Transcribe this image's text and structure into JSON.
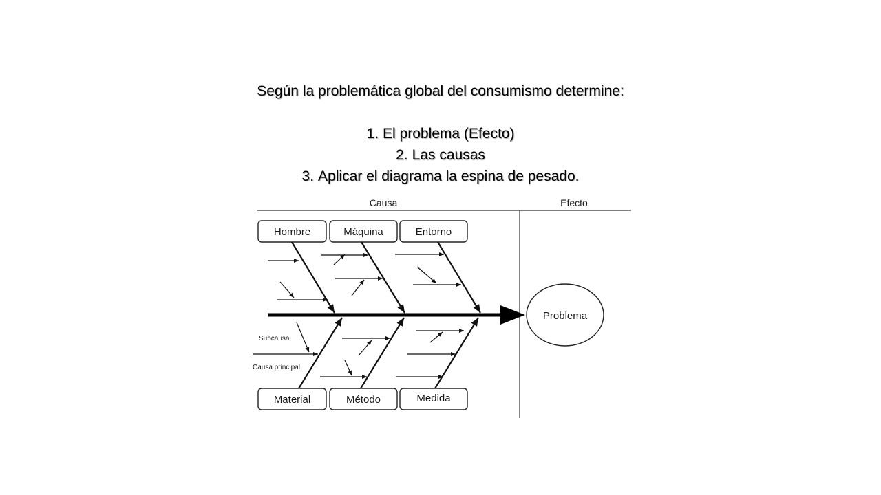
{
  "slide": {
    "title": "Según la problemática global del consumismo determine:",
    "items": [
      {
        "num": "1.",
        "text": "El problema (Efecto)"
      },
      {
        "num": "2.",
        "text": "Las causas"
      },
      {
        "num": "3.",
        "text": "Aplicar el diagrama la espina de pesado."
      }
    ]
  },
  "diagram": {
    "header_cause": "Causa",
    "header_effect": "Efecto",
    "effect_label": "Problema",
    "top_causes": [
      "Hombre",
      "Máquina",
      "Entorno"
    ],
    "bottom_causes": [
      "Material",
      "Método",
      "Medida"
    ],
    "annotation_subcause": "Subcausa",
    "annotation_main_cause": "Causa principal"
  }
}
